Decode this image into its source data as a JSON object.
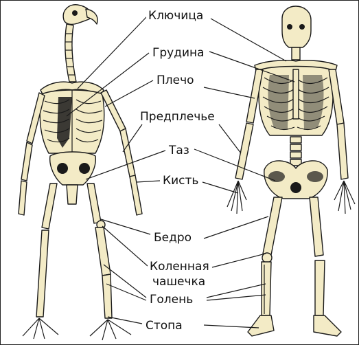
{
  "labels": {
    "clavicle": "Ключица",
    "sternum": "Грудина",
    "humerus": "Плечо",
    "forearm": "Предплечье",
    "pelvis": "Таз",
    "hand": "Кисть",
    "femur": "Бедро",
    "patella_line1": "Коленная",
    "patella_line2": "чашечка",
    "shin": "Голень",
    "foot": "Стопа"
  }
}
